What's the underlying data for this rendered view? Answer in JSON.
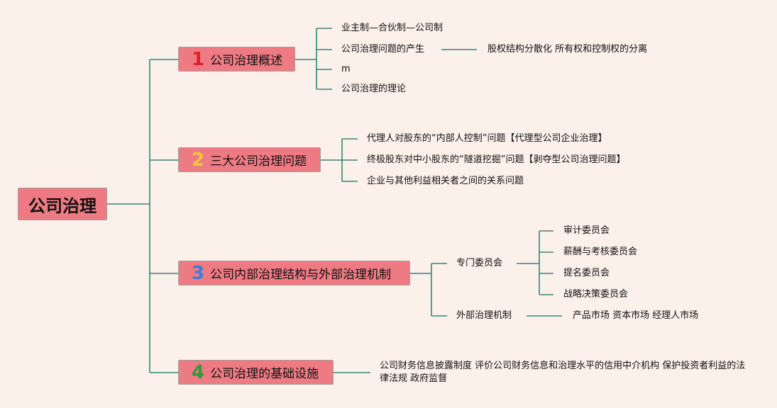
{
  "root": {
    "label": "公司治理"
  },
  "colors": {
    "node_fill": "#ee7b84",
    "line": "#3c8276",
    "background": "#fcf0ea"
  },
  "branches": [
    {
      "number": "1",
      "number_color": "#e0202a",
      "label": "公司治理概述",
      "children": [
        {
          "label": "业主制—合伙制—公司制"
        },
        {
          "label": "公司治理问题的产生",
          "detail": "股权结构分散化 所有权和控制权的分离"
        },
        {
          "label": "m"
        },
        {
          "label": "公司治理的理论"
        }
      ]
    },
    {
      "number": "2",
      "number_color": "#f5c242",
      "label": "三大公司治理问题",
      "children": [
        {
          "label": "代理人对股东的“内部人控制”问题【代理型公司企业治理】"
        },
        {
          "label": "终极股东对中小股东的“隧道挖掘”问题【剥夺型公司治理问题】"
        },
        {
          "label": "企业与其他利益相关者之间的关系问题"
        }
      ]
    },
    {
      "number": "3",
      "number_color": "#3a7fd6",
      "label": "公司内部治理结构与外部治理机制",
      "children": [
        {
          "label": "专门委员会",
          "items": [
            "审计委员会",
            "薪酬与考核委员会",
            "提名委员会",
            "战略决策委员会"
          ]
        },
        {
          "label": "外部治理机制",
          "detail": "产品市场 资本市场 经理人市场"
        }
      ]
    },
    {
      "number": "4",
      "number_color": "#2e9a3a",
      "label": "公司治理的基础设施",
      "children": [
        {
          "label": "公司财务信息披露制度 评价公司财务信息和治理水平的信用中介机构 保护投资者利益的法律法规 政府监督"
        }
      ]
    }
  ]
}
